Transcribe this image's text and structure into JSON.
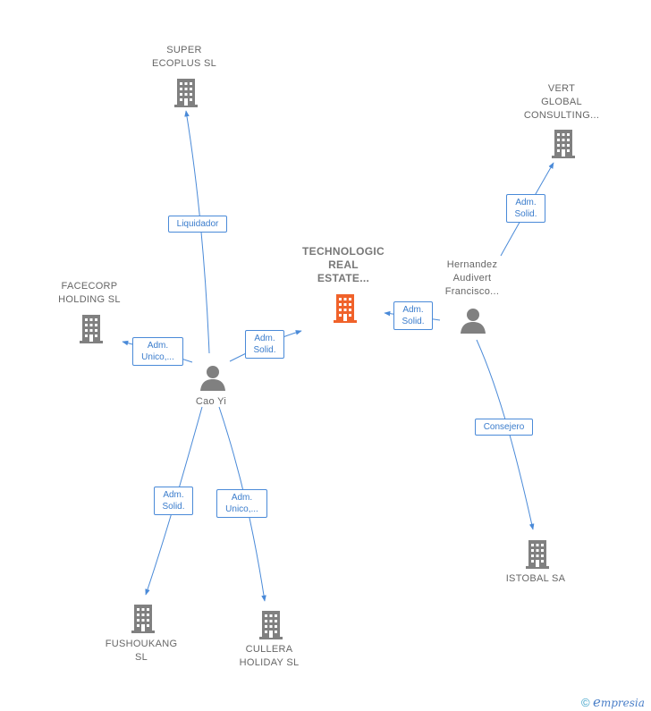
{
  "nodes": {
    "super_ecoplus": {
      "label": "SUPER\nECOPLUS SL"
    },
    "vert_global": {
      "label": "VERT\nGLOBAL\nCONSULTING..."
    },
    "facecorp": {
      "label": "FACECORP\nHOLDING SL"
    },
    "technologic": {
      "label": "TECHNOLOGIC\nREAL\nESTATE..."
    },
    "hernandez": {
      "label": "Hernandez\nAudivert\nFrancisco..."
    },
    "cao_yi": {
      "label": "Cao Yi"
    },
    "fushoukang": {
      "label": "FUSHOUKANG\nSL"
    },
    "cullera": {
      "label": "CULLERA\nHOLIDAY SL"
    },
    "istobal": {
      "label": "ISTOBAL SA"
    }
  },
  "edges": {
    "liquidador": {
      "label": "Liquidador"
    },
    "adm_unico_facecorp": {
      "label": "Adm.\nUnico,..."
    },
    "adm_solid_techno_cao": {
      "label": "Adm.\nSolid."
    },
    "adm_solid_techno_hern": {
      "label": "Adm.\nSolid."
    },
    "adm_solid_vert": {
      "label": "Adm.\nSolid."
    },
    "consejero": {
      "label": "Consejero"
    },
    "adm_solid_fushoukang": {
      "label": "Adm.\nSolid."
    },
    "adm_unico_cullera": {
      "label": "Adm.\nUnico,..."
    }
  },
  "colors": {
    "edge": "#4a8ad8",
    "building": "#808080",
    "building_main": "#f0622a",
    "person": "#808080"
  },
  "brand": {
    "copyright": "©",
    "name": "mpresia",
    "initial": "e"
  }
}
